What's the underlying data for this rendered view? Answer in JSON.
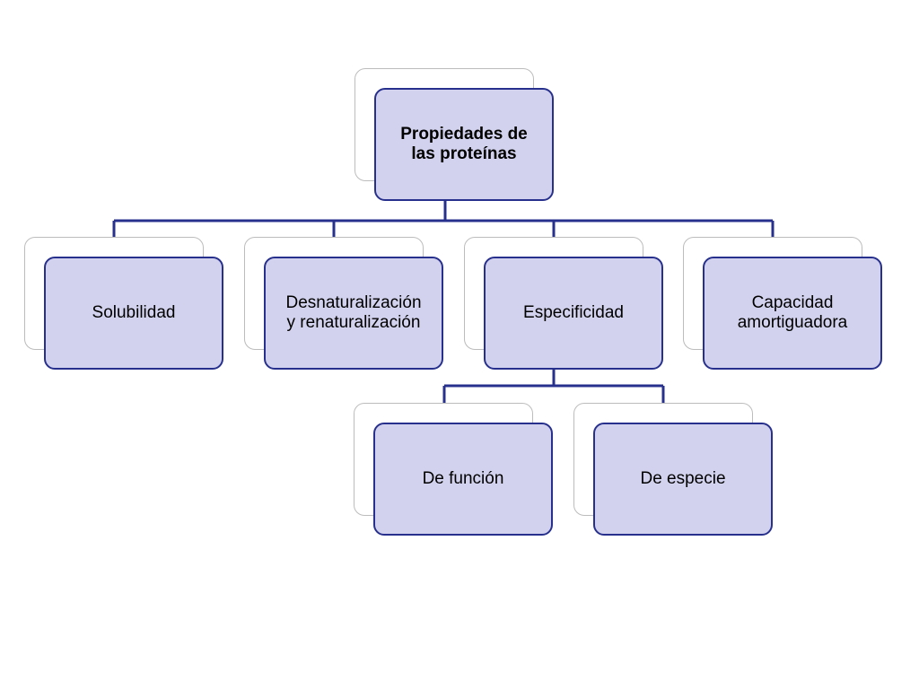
{
  "diagram": {
    "root": {
      "label": "Propiedades  de\nlas proteínas"
    },
    "children": [
      {
        "label": "Solubilidad"
      },
      {
        "label": "Desnaturalización\ny renaturalización"
      },
      {
        "label": "Especificidad"
      },
      {
        "label": "Capacidad\namortiguadora"
      }
    ],
    "grandchildren": [
      {
        "label": "De función"
      },
      {
        "label": "De especie"
      }
    ]
  },
  "colors": {
    "box_fill": "#d2d2ee",
    "box_border": "#27308c",
    "connector": "#27308c",
    "shadow_box_border": "#bcbcbc"
  }
}
